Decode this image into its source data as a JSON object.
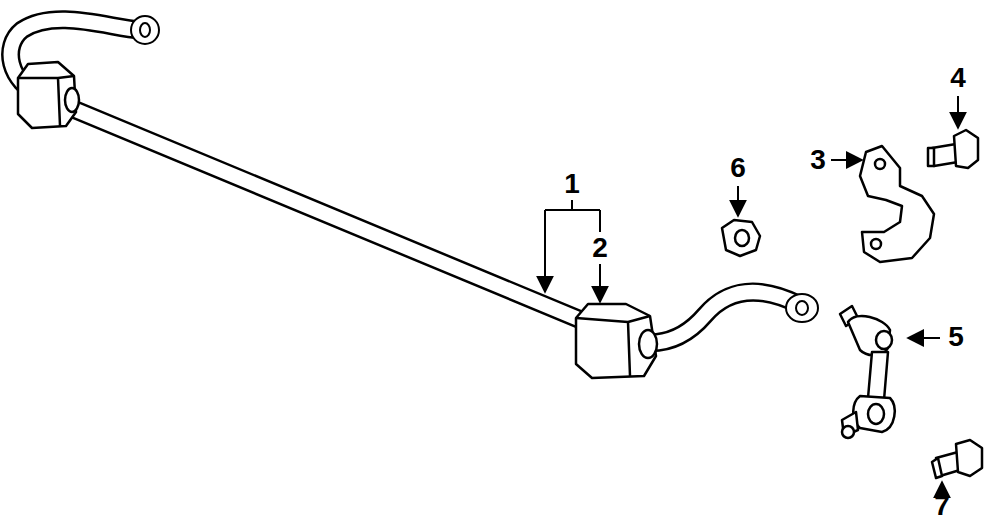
{
  "diagram": {
    "labels": [
      "4",
      "3",
      "6",
      "1",
      "2",
      "5",
      "7"
    ]
  }
}
